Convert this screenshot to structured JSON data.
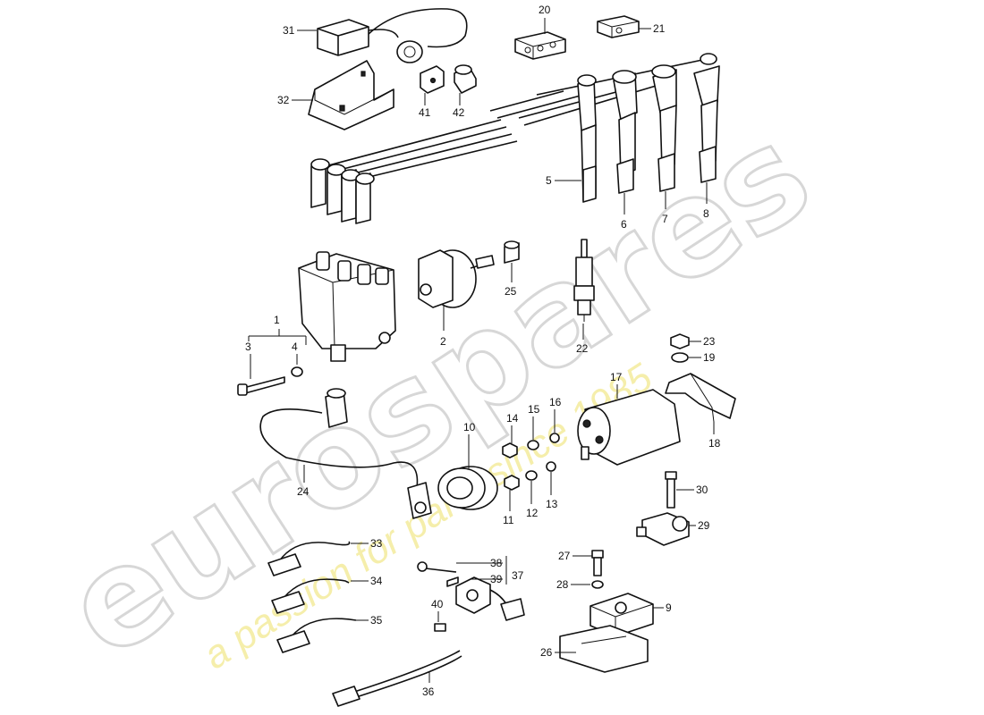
{
  "watermark": {
    "brand": "eurospares",
    "tagline": "a passion for parts since 1985",
    "brand_color": "#d7d7d7",
    "tagline_color": "#f2e98f"
  },
  "labels": {
    "p1": "1",
    "p2": "2",
    "p3": "3",
    "p4": "4",
    "p5": "5",
    "p6": "6",
    "p7": "7",
    "p8": "8",
    "p9": "9",
    "p10": "10",
    "p11": "11",
    "p12": "12",
    "p13": "13",
    "p14": "14",
    "p15": "15",
    "p16": "16",
    "p17": "17",
    "p18": "18",
    "p19": "19",
    "p20": "20",
    "p21": "21",
    "p22": "22",
    "p23": "23",
    "p24": "24",
    "p25": "25",
    "p26": "26",
    "p27": "27",
    "p28": "28",
    "p29": "29",
    "p30": "30",
    "p31": "31",
    "p32": "32",
    "p33": "33",
    "p34": "34",
    "p35": "35",
    "p36": "36",
    "p37": "37",
    "p38": "38",
    "p39": "39",
    "p40": "40",
    "p41": "41",
    "p42": "42"
  }
}
